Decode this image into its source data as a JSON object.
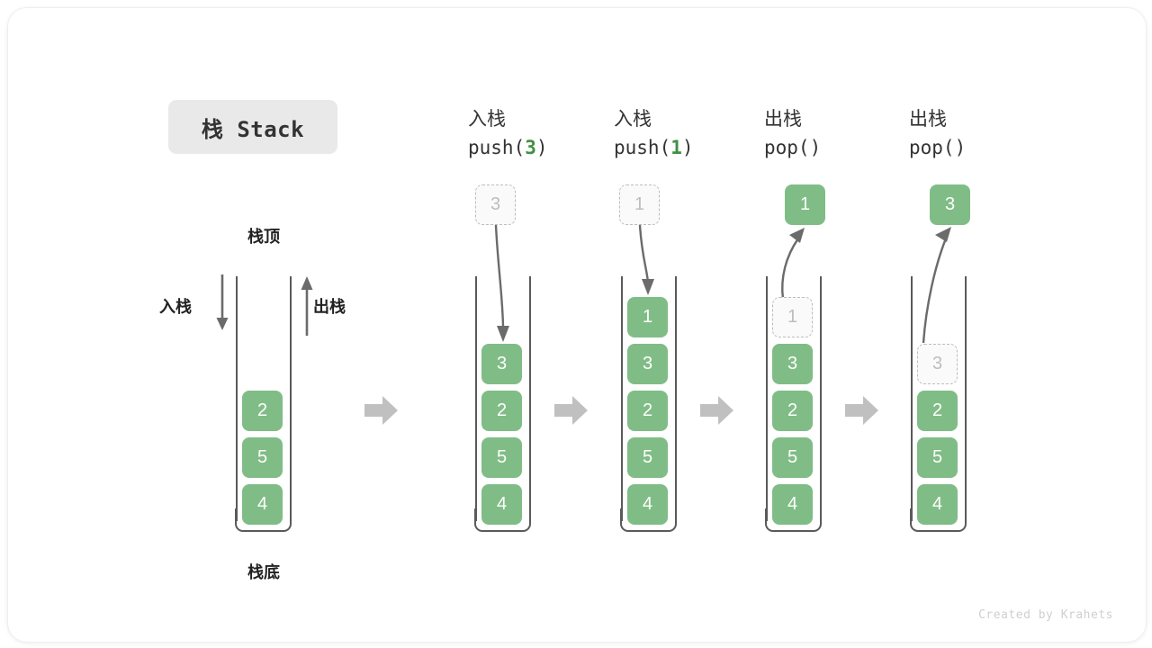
{
  "card": {
    "title_chip": "栈 Stack",
    "footer": "Created by Krahets"
  },
  "colors": {
    "element_green": "#80bd86",
    "accent_green_text": "#3f9142",
    "ghost_gray": "#bdbdbd",
    "wall_gray": "#5a5a5a",
    "flow_arrow_gray": "#c0c0c0",
    "chip_bg": "#e9e9e9"
  },
  "base_stack": {
    "top_label": "栈顶",
    "bottom_label": "栈底",
    "push_label": "入栈",
    "pop_label": "出栈",
    "elements": [
      "2",
      "5",
      "4"
    ]
  },
  "steps": [
    {
      "op_cn": "入栈",
      "op_code_prefix": "push(",
      "op_code_value": "3",
      "op_code_suffix": ")",
      "floating_box": {
        "value": "3",
        "style": "ghost"
      },
      "elements": [
        "3",
        "2",
        "5",
        "4"
      ],
      "ghost_slot_index": null,
      "ghost_slot_value": null,
      "arrow": "down-into-stack"
    },
    {
      "op_cn": "入栈",
      "op_code_prefix": "push(",
      "op_code_value": "1",
      "op_code_suffix": ")",
      "floating_box": {
        "value": "1",
        "style": "ghost"
      },
      "elements": [
        "1",
        "3",
        "2",
        "5",
        "4"
      ],
      "ghost_slot_index": null,
      "ghost_slot_value": null,
      "arrow": "down-into-stack"
    },
    {
      "op_cn": "出栈",
      "op_code_prefix": "pop(",
      "op_code_value": "",
      "op_code_suffix": ")",
      "floating_box": {
        "value": "1",
        "style": "solid"
      },
      "elements": [
        "3",
        "2",
        "5",
        "4"
      ],
      "ghost_slot_index": 0,
      "ghost_slot_value": "1",
      "arrow": "up-out-of-stack"
    },
    {
      "op_cn": "出栈",
      "op_code_prefix": "pop(",
      "op_code_value": "",
      "op_code_suffix": ")",
      "floating_box": {
        "value": "3",
        "style": "solid"
      },
      "elements": [
        "2",
        "5",
        "4"
      ],
      "ghost_slot_index": 0,
      "ghost_slot_value": "3",
      "arrow": "up-out-of-stack"
    }
  ],
  "flow_arrows": [
    "flow-arrow-1",
    "flow-arrow-2",
    "flow-arrow-3",
    "flow-arrow-4"
  ]
}
